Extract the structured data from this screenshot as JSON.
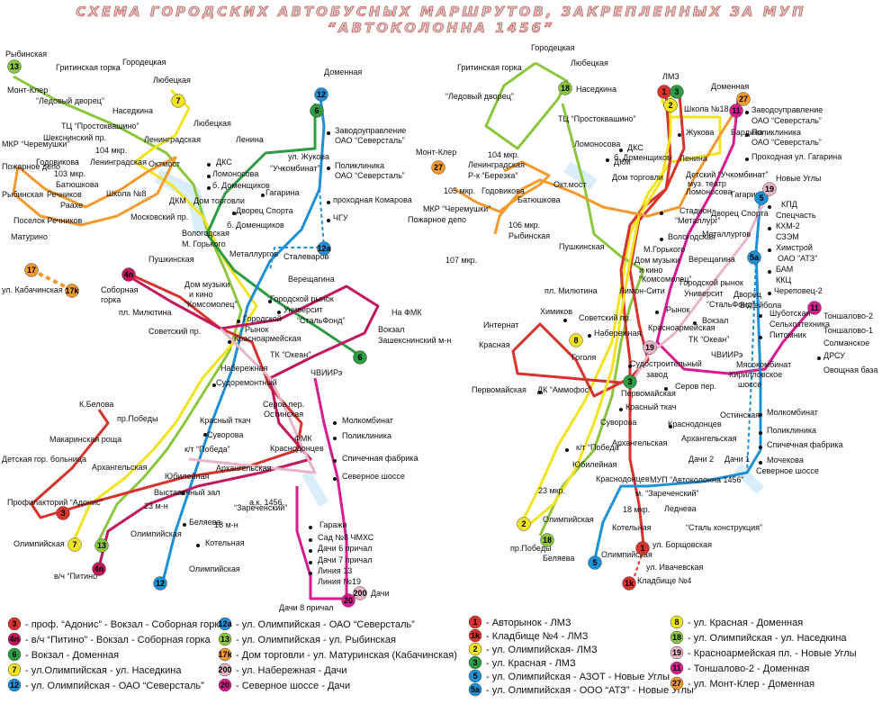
{
  "title": "СХЕМА ГОРОДСКИХ АВТОБУСНЫХ МАРШРУТОВ, ЗАКРЕПЛЕННЫХ ЗА МУП “АВТОКОЛОННА 1456”",
  "colors": {
    "r3": "#d7322d",
    "r4": "#c2185b",
    "r6": "#2e9b45",
    "r7": "#f2e31f",
    "r12": "#1e90d6",
    "r12a": "#1e90d6",
    "r13": "#8cc63f",
    "r17": "#f29a2e",
    "r200": "#e8b4c8",
    "r20": "#d81b8f",
    "r1": "#d7322d",
    "r2": "#f2e31f",
    "r5": "#1e90d6",
    "r5a": "#1e90d6",
    "r8": "#f2e31f",
    "r18": "#8cc63f",
    "r19": "#e8b4c8",
    "r11": "#d81b8f",
    "r27": "#f29a2e"
  },
  "left_labels": [
    "Рыбинская",
    "Гритинская горка",
    "Городецкая",
    "Любецкая",
    "Монт-Клер",
    "“Ледовый дворец”",
    "Наседкина",
    "ТЦ “Простоквашино”",
    "Шекснинский пр.",
    "МКР “Черемушки”",
    "104 мкр.",
    "Ленинградская",
    "Годовикова",
    "103 мкр.",
    "Ленинградская",
    "Октмост",
    "Батюшкова",
    "Пожарное депо",
    "Речников",
    "Раахе",
    "Рыбинская",
    "Школа №8",
    "Поселок Речников",
    "Матурино",
    "Московский пр.",
    "Любецкая",
    "Ленина",
    "ДКС",
    "Ломоносова",
    "б. Доменщиков",
    "Гагарина",
    "Дворец Спорта",
    "ДКМ",
    "Дом торговли",
    "Вологодская",
    "М. Горького",
    "б. Доменщиков",
    "Металлургов",
    "Пушкинская",
    "ул. Жукова",
    "“Учкомбинат”",
    "Доменная",
    "Заводоуправление",
    "ОАО “Северсталь”",
    "Поликлиника",
    "ОАО “Северсталь”",
    "проходная Комарова",
    "ЧГУ",
    "Сталеваров",
    "Верещагина",
    "ул. Кабачинская",
    "Дом музыки",
    "и кино",
    "“Комсомолец”",
    "Соборная",
    "горка",
    "пл. Милютина",
    "Советский пр.",
    "Городской рынок",
    "Городской",
    "Рынок",
    "Университ",
    "“СтальФонд”",
    "Красноармейская",
    "На ФМК",
    "Вокзал",
    "Зашекснинский м-н",
    "ТК “Океан”",
    "Набережная",
    "ЧВИИРэ",
    "Судоремонтный",
    "Серов пер.",
    "Остинская",
    "К.Белова",
    "пр.Победы",
    "Красный ткач",
    "Молкомбинат",
    "Макаринская роща",
    "Суворова",
    "ФМК",
    "Поликлиника",
    "Детская гор. больница",
    "к/т “Победа”",
    "Краснодонцев",
    "Архангельская",
    "Архангельская",
    "Спичечная фабрика",
    "Юбилейная",
    "Северное шоссе",
    "Профилакторий “Адонис”",
    "Выставочный зал",
    "а.к. 1456",
    "23 м-н",
    "“Зареченский”",
    "Беляева",
    "18 м-н",
    "Олимпийская",
    "Котельная",
    "Гаражи",
    "Олимпийская",
    "Сад №8 ЧМХС",
    "Дачи 6 причал",
    "Дачи 7 причал",
    "Линия 13",
    "Линия №19",
    "в/ч “Питино”",
    "Олимпийская",
    "Дачи",
    "Дачи 8 причал"
  ],
  "right_labels": [
    "Городецкая",
    "Гритинская горка",
    "Любецкая",
    "Наседкина",
    "“Ледовый дворец”",
    "ТЦ “Простоквашино”",
    "Ломоносова",
    "ЛМЗ",
    "Доменная",
    "Школа №18",
    "Жукова",
    "Бардина",
    "Заводоуправление",
    "ОАО “Северсталь”",
    "Поликлиника",
    "ОАО “Северсталь”",
    "Проходная ул. Гагарина",
    "Ленина",
    "ДКС",
    "б. Доменщиков",
    "ДКМ",
    "Монт-Клер",
    "104 мкр.",
    "Ленинградская",
    "Р-к “Березка”",
    "Окт.мост",
    "105 мкр.",
    "Годовикова",
    "Батюшкова",
    "Дом торговли",
    "Детский “Учкомбинат”",
    "муз. театр",
    "Ломоносова",
    "Гагарина",
    "МКР “Черемушки”",
    "106 мкр.",
    "Пожарное депо",
    "Рыбинская",
    "Пушкинская",
    "Стадион",
    "“Металлург”",
    "Дворец Спорта",
    "Вологодская",
    "Металлургов",
    "Новые Углы",
    "КПД",
    "Спецчасть",
    "КХМ-2",
    "СЗЭМ",
    "Химстрой",
    "ОАО “АТЗ”",
    "БАМ",
    "ККЦ",
    "Череповец-2",
    "107 мкр.",
    "М.Горького",
    "Верещагина",
    "Дом музыки",
    "и кино",
    "“Комсомолец”",
    "Городской рынок",
    "Университ",
    "“СтальФонд”",
    "Дворец",
    "Волейбола",
    "пл. Милютина",
    "Лимон-Сити",
    "Рынок",
    "Вокзал",
    "Шуботская",
    "Тоншалово-2",
    "Сельхозтехника",
    "Тоншалово-1",
    "Питомник",
    "Солманское",
    "Интернат",
    "Химиков",
    "Советский пр.",
    "ДРСУ",
    "Набережная",
    "Красноармейская",
    "ТК “Океан”",
    "ЧВИИРэ",
    "Мясокомбинат",
    "Овощная база",
    "Красная",
    "Гоголя",
    "Кирилловское",
    "шоссе",
    "Серов пер.",
    "Первомайская",
    "ДК “Аммофос”",
    "Судостроительный",
    "завод",
    "Первомайская",
    "Остинская",
    "Молкомбинат",
    "Красный ткач",
    "Суворова",
    "Поликлиника",
    "Краснодонцев",
    "Архангельская",
    "Спичечная фабрика",
    "Архангельская",
    "к/т “Победа”",
    "Мочекова",
    "Юбилейная",
    "Дачи 2",
    "Дачи 1",
    "Северное шоссе",
    "Краснодонцев",
    "МУП “Автоколонна 1456”",
    "23 мкр.",
    "м. “Зареченский”",
    "Леднева",
    "Олимпийская",
    "18 мкр.",
    "“Сталь конструкция”",
    "Котельная",
    "ул. Борщовская",
    "пр.Победы",
    "Беляева",
    "Олимпийская",
    "ул. Ивачевская",
    "Кладбище №4"
  ],
  "badges": [
    {
      "t": "13",
      "c": "#8cc63f"
    },
    {
      "t": "7",
      "c": "#f2e31f"
    },
    {
      "t": "12",
      "c": "#1e90d6"
    },
    {
      "t": "6",
      "c": "#2e9b45"
    },
    {
      "t": "12a",
      "c": "#1e90d6"
    },
    {
      "t": "17",
      "c": "#f29a2e"
    },
    {
      "t": "17k",
      "c": "#f29a2e"
    },
    {
      "t": "4n",
      "c": "#c2185b"
    },
    {
      "t": "6",
      "c": "#2e9b45"
    },
    {
      "t": "3",
      "c": "#d7322d"
    },
    {
      "t": "7",
      "c": "#f2e31f"
    },
    {
      "t": "13",
      "c": "#8cc63f"
    },
    {
      "t": "4n",
      "c": "#c2185b"
    },
    {
      "t": "12",
      "c": "#1e90d6"
    },
    {
      "t": "20",
      "c": "#d81b8f"
    },
    {
      "t": "200",
      "c": "#e8b4c8"
    },
    {
      "t": "1",
      "c": "#d7322d"
    },
    {
      "t": "3",
      "c": "#2e9b45"
    },
    {
      "t": "8",
      "c": "#f2e31f"
    },
    {
      "t": "27",
      "c": "#f29a2e"
    },
    {
      "t": "2",
      "c": "#f2e31f"
    },
    {
      "t": "11",
      "c": "#d81b8f"
    },
    {
      "t": "18",
      "c": "#8cc63f"
    },
    {
      "t": "27",
      "c": "#f29a2e"
    },
    {
      "t": "5",
      "c": "#1e90d6"
    },
    {
      "t": "19",
      "c": "#e8b4c8"
    },
    {
      "t": "5a",
      "c": "#1e90d6"
    },
    {
      "t": "11",
      "c": "#d81b8f"
    },
    {
      "t": "8",
      "c": "#f2e31f"
    },
    {
      "t": "19",
      "c": "#e8b4c8"
    },
    {
      "t": "3",
      "c": "#2e9b45"
    },
    {
      "t": "2",
      "c": "#f2e31f"
    },
    {
      "t": "18",
      "c": "#8cc63f"
    },
    {
      "t": "5",
      "c": "#1e90d6"
    },
    {
      "t": "1",
      "c": "#d7322d"
    },
    {
      "t": "1k",
      "c": "#d7322d"
    }
  ],
  "legend_left": [
    {
      "num": "3",
      "color": "#d7322d",
      "text": "- проф. “Адонис” - Вокзал - Соборная горка"
    },
    {
      "num": "4n",
      "color": "#c2185b",
      "text": "- в/ч “Питино” - Вокзал - Соборная горка"
    },
    {
      "num": "6",
      "color": "#2e9b45",
      "text": "- Вокзал - Доменная"
    },
    {
      "num": "7",
      "color": "#f2e31f",
      "text": "- ул.Олимпийская - ул. Наседкина"
    },
    {
      "num": "12",
      "color": "#1e90d6",
      "text": "- ул. Олимпийская - ОАО “Северсталь”"
    }
  ],
  "legend_mid": [
    {
      "num": "12a",
      "color": "#1e90d6",
      "text": "- ул. Олимпийская - ОАО “Северсталь”"
    },
    {
      "num": "13",
      "color": "#8cc63f",
      "text": "- ул. Олимпийская - ул. Рыбинская"
    },
    {
      "num": "17k",
      "color": "#f29a2e",
      "text": "- Дом торговли - ул. Матуринская (Кабачинская)"
    },
    {
      "num": "200",
      "color": "#e8b4c8",
      "text": "- ул. Набережная - Дачи"
    },
    {
      "num": "20",
      "color": "#d81b8f",
      "text": "- Северное шоссе - Дачи"
    }
  ],
  "legend_right1": [
    {
      "num": "1",
      "color": "#d7322d",
      "text": "- Авторынок - ЛМЗ"
    },
    {
      "num": "1k",
      "color": "#d7322d",
      "text": "- Кладбище №4 - ЛМЗ"
    },
    {
      "num": "2",
      "color": "#f2e31f",
      "text": "- ул. Олимпийская- ЛМЗ"
    },
    {
      "num": "3",
      "color": "#2e9b45",
      "text": "- ул. Красная - ЛМЗ"
    },
    {
      "num": "5",
      "color": "#1e90d6",
      "text": "- ул. Олимпийская - АЗОТ - Новые Углы"
    },
    {
      "num": "5a",
      "color": "#1e90d6",
      "text": "- ул. Олимпийская - ООО “АТЗ” - Новые Углы"
    }
  ],
  "legend_right2": [
    {
      "num": "8",
      "color": "#f2e31f",
      "text": "- ул. Красная - Доменная"
    },
    {
      "num": "18",
      "color": "#8cc63f",
      "text": "- ул. Олимпийская - ул. Наседкина"
    },
    {
      "num": "19",
      "color": "#e8b4c8",
      "text": "- Красноармейская пл. - Новые Углы"
    },
    {
      "num": "11",
      "color": "#d81b8f",
      "text": "- Тоншалово-2 - Доменная"
    },
    {
      "num": "27",
      "color": "#f29a2e",
      "text": "- ул. Монт-Клер - Доменная"
    }
  ]
}
